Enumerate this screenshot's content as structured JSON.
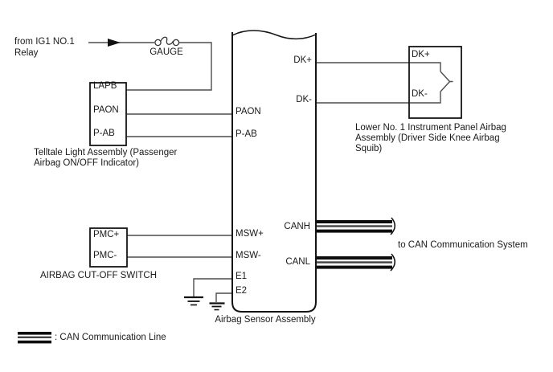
{
  "labels": {
    "source_line1": "from IG1 NO.1",
    "source_line2": "Relay",
    "fuse": "GAUGE",
    "can_destination": "to CAN Communication System",
    "legend": ": CAN Communication Line"
  },
  "telltale": {
    "pins": [
      "LAPB",
      "PAON",
      "P-AB"
    ],
    "caption_line1": "Telltale Light Assembly (Passenger",
    "caption_line2": "Airbag ON/OFF Indicator)"
  },
  "cutoff_switch": {
    "pins": [
      "PMC+",
      "PMC-"
    ],
    "caption": "AIRBAG CUT-OFF SWITCH"
  },
  "sensor": {
    "left_pins": [
      "PAON",
      "P-AB",
      "MSW+",
      "MSW-",
      "E1",
      "E2"
    ],
    "right_pins": [
      "DK+",
      "DK-",
      "CANH",
      "CANL"
    ],
    "caption": "Airbag Sensor Assembly"
  },
  "knee_airbag": {
    "pins": [
      "DK+",
      "DK-"
    ],
    "caption_line1": "Lower No. 1 Instrument Panel Airbag",
    "caption_line2": "Assembly (Driver Side Knee Airbag",
    "caption_line3": "Squib)"
  },
  "colors": {
    "wire": "#4d4d4d",
    "outline": "#141414",
    "background": "#ffffff",
    "text": "#1a1a1a"
  }
}
